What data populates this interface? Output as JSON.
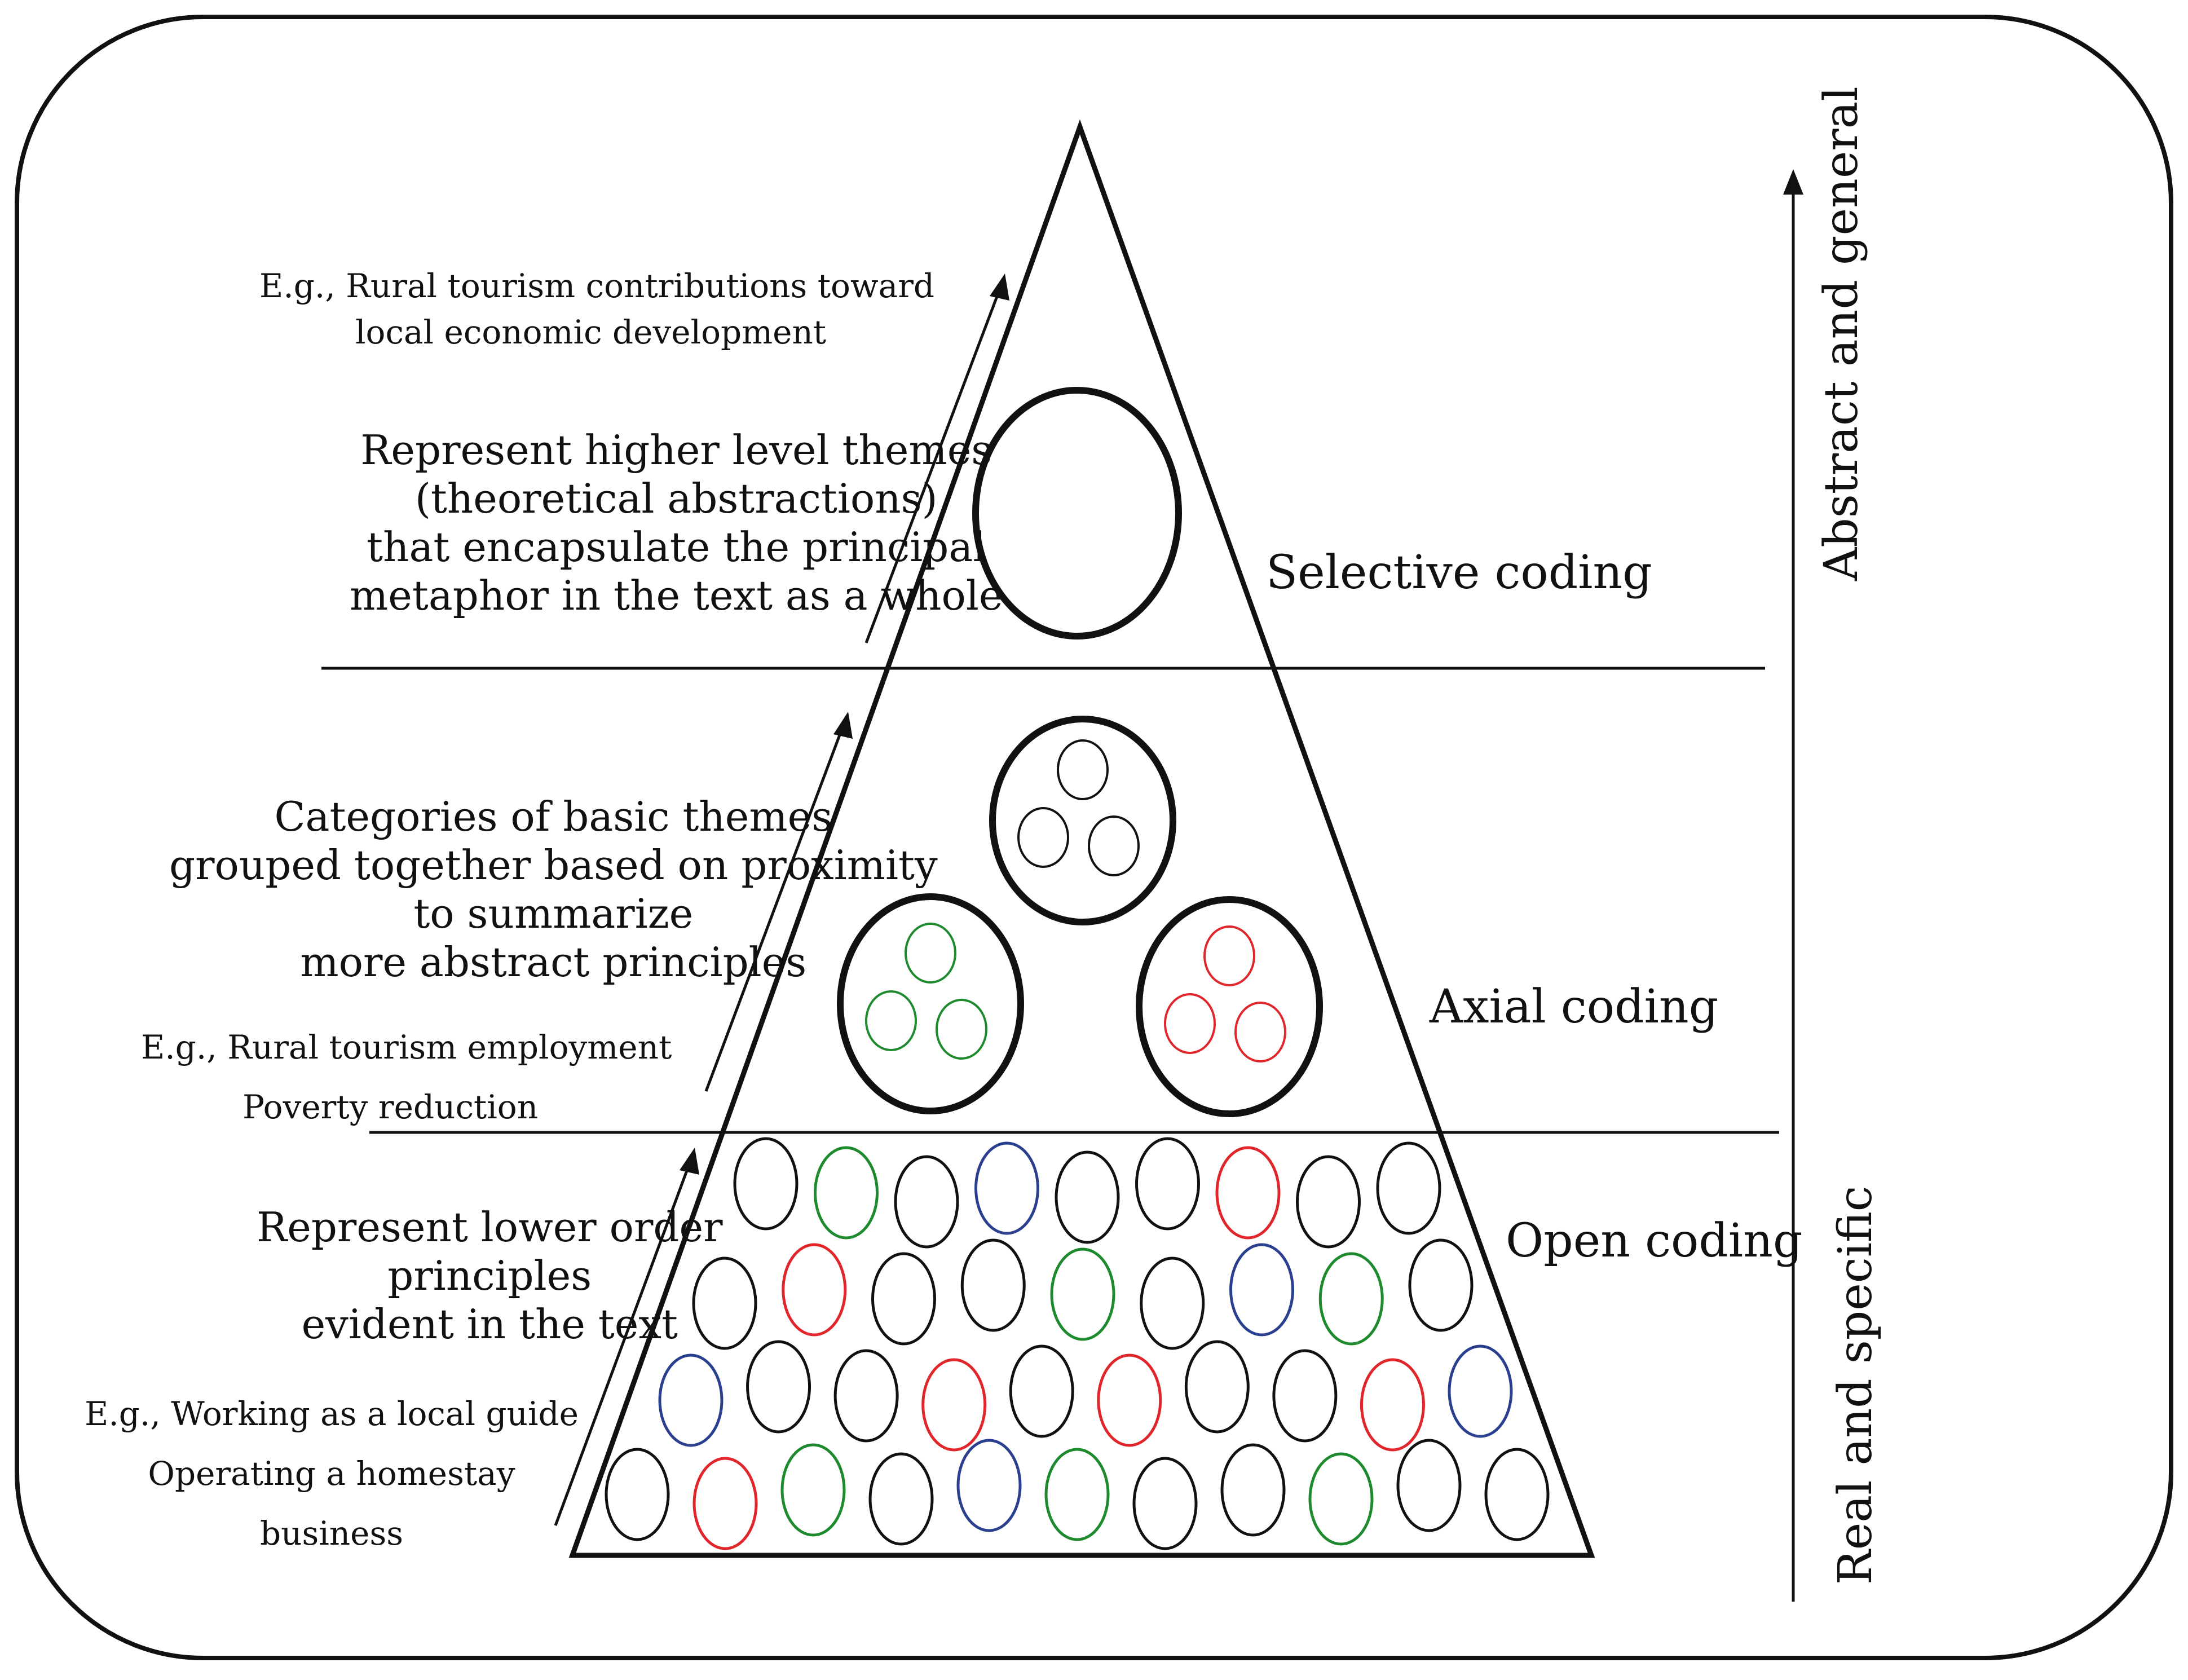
{
  "axis": {
    "top_label": "Abstract and general",
    "bottom_label": "Real and specific"
  },
  "levels": [
    {
      "name": "Selective coding",
      "description": [
        "Represent higher level themes",
        "(theoretical abstractions)",
        "that encapsulate the principal",
        "metaphor in the text as a whole"
      ],
      "example": [
        "E.g., Rural tourism contributions toward",
        "local economic development"
      ]
    },
    {
      "name": "Axial coding",
      "description": [
        "Categories of basic themes",
        "grouped together based on proximity",
        "to summarize",
        "more abstract principles"
      ],
      "example": [
        "E.g., Rural tourism employment",
        "Poverty reduction"
      ]
    },
    {
      "name": "Open coding",
      "description": [
        "Represent lower order",
        "principles",
        "evident in the text"
      ],
      "example": [
        "E.g., Working as a local guide",
        "Operating a homestay",
        "business"
      ]
    }
  ],
  "colors": {
    "black": "#111111",
    "green": "#1e8a2e",
    "red": "#e0262b",
    "blue": "#2b3f8f"
  },
  "open_coding_circle_colors": [
    [
      "black",
      "green",
      "black",
      "blue",
      "black",
      "black",
      "red",
      "black",
      "black"
    ],
    [
      "black",
      "red",
      "black",
      "black",
      "green",
      "black",
      "blue",
      "green",
      "black"
    ],
    [
      "blue",
      "black",
      "black",
      "red",
      "black",
      "red",
      "black",
      "black",
      "red",
      "blue"
    ],
    [
      "black",
      "red",
      "green",
      "black",
      "blue",
      "green",
      "black",
      "black",
      "green",
      "black",
      "black"
    ]
  ],
  "axial_cluster_colors": [
    "black",
    "green",
    "red"
  ]
}
